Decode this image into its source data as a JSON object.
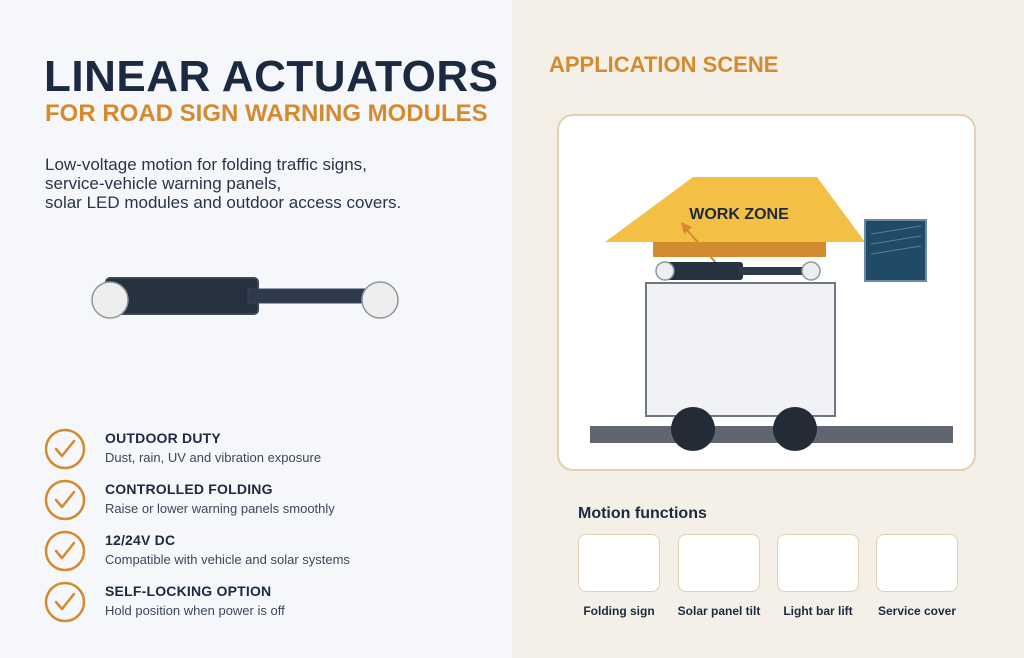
{
  "header": {
    "title": "LINEAR ACTUATORS",
    "subtitle": "FOR ROAD SIGN WARNING MODULES",
    "intro_lines": [
      "Low-voltage motion for folding traffic signs,",
      "service-vehicle warning panels,",
      "solar LED modules and outdoor access covers."
    ]
  },
  "features": [
    {
      "title": "OUTDOOR DUTY",
      "desc": "Dust, rain, UV and vibration exposure",
      "icon": "check-circle-icon"
    },
    {
      "title": "CONTROLLED FOLDING",
      "desc": "Raise or lower warning panels smoothly",
      "icon": "check-circle-icon"
    },
    {
      "title": "12/24V DC",
      "desc": "Compatible with vehicle and solar systems",
      "icon": "check-circle-icon"
    },
    {
      "title": "SELF-LOCKING OPTION",
      "desc": "Hold position when power is off",
      "icon": "check-circle-icon"
    }
  ],
  "application": {
    "title": "APPLICATION SCENE",
    "sign_text": "WORK ZONE"
  },
  "motion": {
    "title": "Motion functions",
    "functions": [
      "Folding sign",
      "Solar panel tilt",
      "Light bar lift",
      "Service cover"
    ]
  },
  "colors": {
    "navy": "#1b2a40",
    "accent_orange": "#d48a2e",
    "sign_yellow": "#f4bf45",
    "solar_blue": "#1f4a68",
    "left_bg": "#f6f7fa",
    "right_bg": "#f4efe7"
  }
}
